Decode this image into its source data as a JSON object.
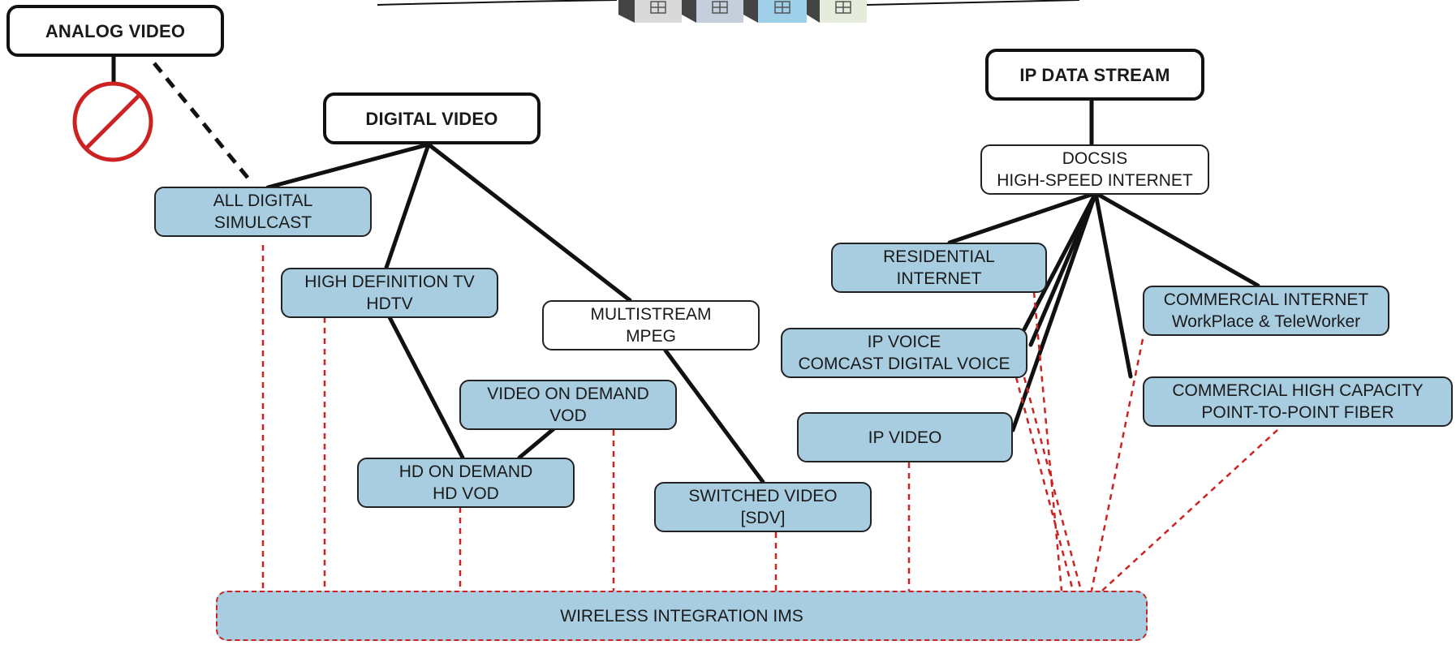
{
  "colors": {
    "box_fill": "#a8cde0",
    "connector": "#111111",
    "dashed_link": "#cc2222",
    "prohibition": "#cc2222",
    "top_blocks": [
      "#d9d9d9",
      "#c5cfdc",
      "#9fd0ea",
      "#e6ecdc"
    ]
  },
  "icons": [
    "prohibition-icon",
    "building-block-icon"
  ],
  "nodes": {
    "analog_video": "ANALOG VIDEO",
    "digital_video": "DIGITAL VIDEO",
    "ip_data_stream": "IP DATA STREAM",
    "all_digital_simulcast": "ALL DIGITAL\nSIMULCAST",
    "hdtv": "HIGH DEFINITION TV\nHDTV",
    "multistream_mpeg": "MULTISTREAM\nMPEG",
    "vod": "VIDEO ON DEMAND\nVOD",
    "hd_vod": "HD ON DEMAND\nHD VOD",
    "switched_video": "SWITCHED VIDEO\n[SDV]",
    "docsis": "DOCSIS\nHIGH-SPEED INTERNET",
    "residential_internet": "RESIDENTIAL\nINTERNET",
    "ip_voice": "IP VOICE\nCOMCAST DIGITAL VOICE",
    "ip_video": "IP VIDEO",
    "commercial_internet": "COMMERCIAL INTERNET\nWorkPlace & TeleWorker",
    "commercial_high_capacity": "COMMERCIAL HIGH CAPACITY\nPOINT-TO-POINT FIBER",
    "wireless_integration": "WIRELESS INTEGRATION IMS"
  }
}
